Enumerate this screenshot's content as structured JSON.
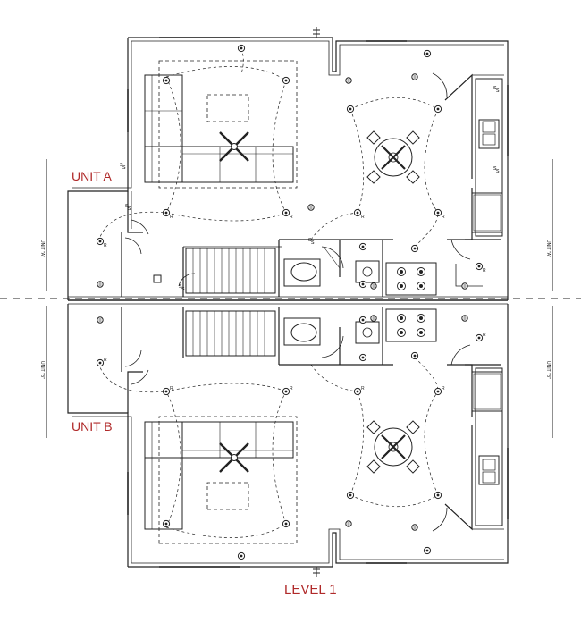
{
  "plan": {
    "title": "LEVEL 1",
    "units": [
      {
        "label": "UNIT A"
      },
      {
        "label": "UNIT B"
      }
    ],
    "section_marks": [
      {
        "text": "UNIT \"A\""
      },
      {
        "text": "UNIT \"A\""
      },
      {
        "text": "UNIT \"B\""
      },
      {
        "text": "UNIT \"B\""
      }
    ],
    "outlet_label": "R",
    "label_color": "#b02a2a",
    "line_color": "#222222"
  }
}
